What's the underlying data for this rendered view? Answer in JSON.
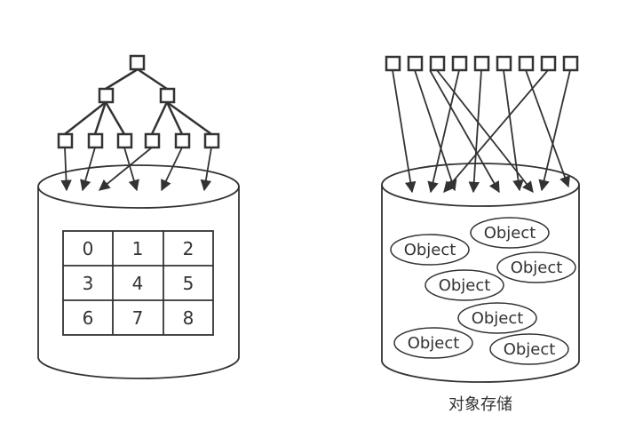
{
  "left_diagram": {
    "grid_cells": [
      "0",
      "1",
      "2",
      "3",
      "4",
      "5",
      "6",
      "7",
      "8"
    ]
  },
  "right_diagram": {
    "object_label": "Object",
    "objects": [
      "Object",
      "Object",
      "Object",
      "Object",
      "Object",
      "Object",
      "Object"
    ],
    "caption": "对象存储"
  },
  "colors": {
    "stroke": "#333333",
    "background": "#ffffff"
  }
}
